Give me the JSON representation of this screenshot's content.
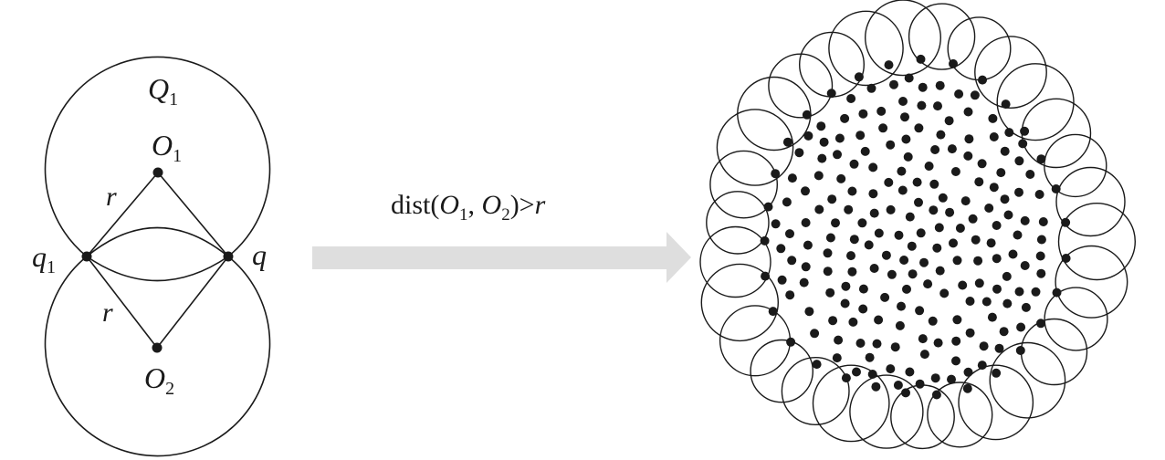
{
  "labels": {
    "q1_base": "Q",
    "q1_sub": "1",
    "o1_base": "O",
    "o1_sub": "1",
    "o2_base": "O",
    "o2_sub": "2",
    "r_upper": "r",
    "r_lower": "r",
    "pt_left_base": "q",
    "pt_left_sub": "1",
    "pt_right": "q"
  },
  "condition": {
    "prefix": "dist(",
    "o1_base": "O",
    "o1_sub": "1",
    "sep": ", ",
    "o2_base": "O",
    "o2_sub": "2",
    "rel": ")>",
    "r": "r"
  },
  "colors": {
    "ink": "#1a1a1a",
    "arrow": "#dedede"
  }
}
